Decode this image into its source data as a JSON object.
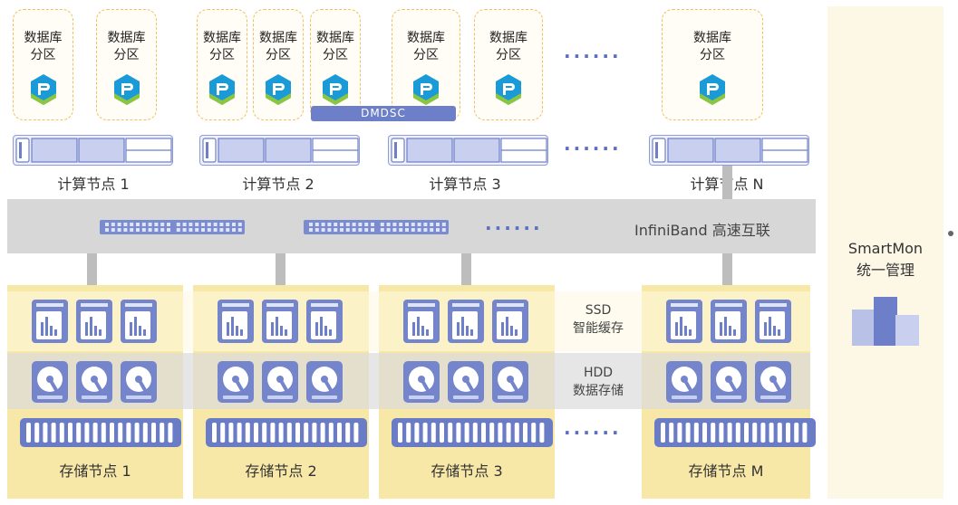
{
  "database": {
    "partition_label": "数据库\n分区",
    "dmdsc_label": "DMDSC",
    "ellipsis": "······"
  },
  "compute": {
    "nodes": [
      "计算节点 1",
      "计算节点 2",
      "计算节点 3",
      "计算节点 N"
    ],
    "ellipsis": "······"
  },
  "network": {
    "label": "InfiniBand 高速互联",
    "ellipsis": "······"
  },
  "storage": {
    "ssd_label": "SSD\n智能缓存",
    "hdd_label": "HDD\n数据存储",
    "nodes": [
      "存储节点 1",
      "存储节点 2",
      "存储节点 3",
      "存储节点 M"
    ],
    "ellipsis": "······"
  },
  "monitor": {
    "label": "SmartMon\n统一管理",
    "chart_icon": "bar-chart-icon"
  },
  "colors": {
    "accent": "#6b7cc6",
    "storage_bg": "#f8e8a8",
    "band": "#d7d7d7",
    "logo_blue": "#1a9bd7",
    "logo_green": "#8cc63f"
  }
}
